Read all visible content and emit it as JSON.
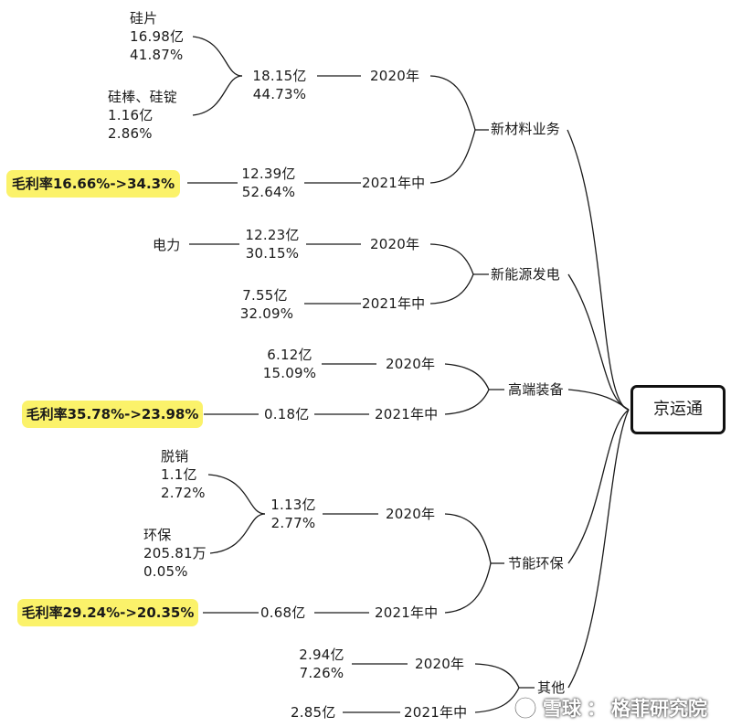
{
  "root": "京运通",
  "branches": [
    {
      "name": "新材料业务",
      "items": [
        {
          "period": "2020年",
          "value": "18.15亿",
          "pct": "44.73%",
          "subs": [
            {
              "name": "硅片",
              "value": "16.98亿",
              "pct": "41.87%"
            },
            {
              "name": "硅棒、硅锭",
              "value": "1.16亿",
              "pct": "2.86%"
            }
          ]
        },
        {
          "period": "2021年中",
          "value": "12.39亿",
          "pct": "52.64%",
          "margin": "毛利率16.66%->34.3%"
        }
      ]
    },
    {
      "name": "新能源发电",
      "items": [
        {
          "period": "2020年",
          "value": "12.23亿",
          "pct": "30.15%",
          "note": "电力"
        },
        {
          "period": "2021年中",
          "value": "7.55亿",
          "pct": "32.09%"
        }
      ]
    },
    {
      "name": "高端装备",
      "items": [
        {
          "period": "2020年",
          "value": "6.12亿",
          "pct": "15.09%"
        },
        {
          "period": "2021年中",
          "value": "0.18亿",
          "margin": "毛利率35.78%->23.98%"
        }
      ]
    },
    {
      "name": "节能环保",
      "items": [
        {
          "period": "2020年",
          "value": "1.13亿",
          "pct": "2.77%",
          "subs": [
            {
              "name": "脱销",
              "value": "1.1亿",
              "pct": "2.72%"
            },
            {
              "name": "环保",
              "value": "205.81万",
              "pct": "0.05%"
            }
          ]
        },
        {
          "period": "2021年中",
          "value": "0.68亿",
          "margin": "毛利率29.24%->20.35%"
        }
      ]
    },
    {
      "name": "其他",
      "items": [
        {
          "period": "2020年",
          "value": "2.94亿",
          "pct": "7.26%"
        },
        {
          "period": "2021年中",
          "value": "2.85亿"
        }
      ]
    }
  ],
  "watermark": {
    "brand": "雪球",
    "separator": "：",
    "author": "格菲研究院",
    "icon": "snowball-logo-icon"
  }
}
